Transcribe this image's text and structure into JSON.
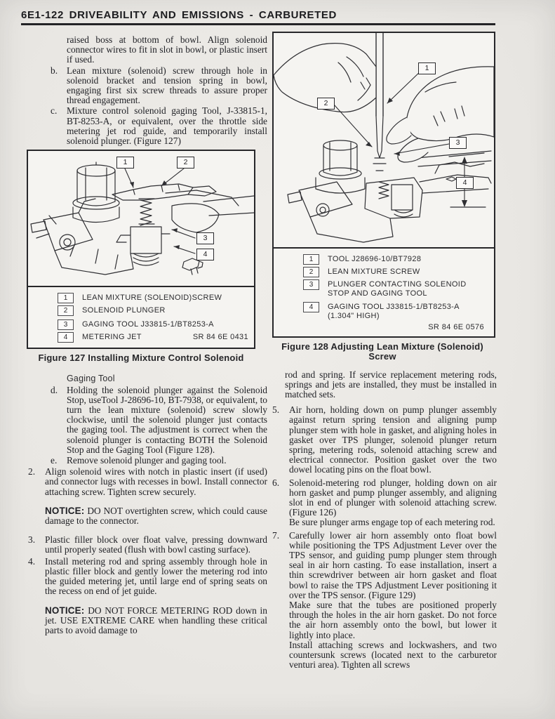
{
  "header": {
    "title": "6E1-122 DRIVEABILITY AND EMISSIONS - CARBURETED"
  },
  "left_column": {
    "intro": "raised boss at bottom of bowl. Align solenoid connector wires to fit in slot in bowl, or plastic insert if used.",
    "item_b": {
      "label": "b.",
      "text": "Lean mixture (solenoid) screw through hole in solenoid bracket and tension spring in bowl, engaging first six screw threads to assure proper thread engagement."
    },
    "item_c": {
      "label": "c.",
      "text": "Mixture control solenoid gaging Tool, J-33815-1, BT-8253-A, or equivalent, over the throttle side metering jet rod guide, and temporarily install solenoid plunger. (Figure 127)"
    },
    "gaging_tool_line": "Gaging Tool",
    "item_d": {
      "label": "d.",
      "text": "Holding the solenoid plunger against the Solenoid Stop, useTool J-28696-10, BT-7938, or equivalent, to turn the lean mixture (solenoid) screw slowly clockwise, until the solenoid plunger just contacts the gaging tool. The adjustment is correct when the solenoid plunger is contacting BOTH the Solenoid Stop and the Gaging Tool (Figure 128)."
    },
    "item_e": {
      "label": "e.",
      "text": "Remove solenoid plunger and gaging tool."
    },
    "item_2": {
      "label": "2.",
      "text": "Align solenoid wires with notch in plastic insert (if used) and connector lugs with recesses in bowl. Install connector attaching screw. Tighten screw securely."
    },
    "notice_1": {
      "label": "NOTICE:",
      "text": "DO NOT overtighten screw, which could cause damage to the connector."
    },
    "item_3": {
      "label": "3.",
      "text": "Plastic filler block over float valve, pressing downward until properly seated (flush with bowl casting surface)."
    },
    "item_4": {
      "label": "4.",
      "text": "Install metering rod and spring assembly through hole in plastic filler block and gently lower the metering rod into the guided metering jet, until large end of spring seats on the recess on end of jet guide."
    },
    "notice_2": {
      "label": "NOTICE:",
      "text": "DO NOT FORCE METERING ROD down in jet. USE EXTREME CARE when handling these critical parts to avoid damage to"
    }
  },
  "figure127": {
    "caption": "Figure 127 Installing Mixture Control Solenoid",
    "ref_code": "SR 84 6E 0431",
    "callouts": [
      "1",
      "2",
      "3",
      "4"
    ],
    "legend": [
      {
        "num": "1",
        "text": "LEAN MIXTURE (SOLENOID)SCREW"
      },
      {
        "num": "2",
        "text": "SOLENOID PLUNGER"
      },
      {
        "num": "3",
        "text": "GAGING TOOL J33815-1/BT8253-A"
      },
      {
        "num": "4",
        "text": "METERING JET"
      }
    ]
  },
  "figure128": {
    "caption": "Figure 128 Adjusting Lean Mixture (Solenoid) Screw",
    "ref_code": "SR 84 6E 0576",
    "callouts": [
      "1",
      "2",
      "3",
      "4"
    ],
    "legend": [
      {
        "num": "1",
        "text": "TOOL J28696-10/BT7928"
      },
      {
        "num": "2",
        "text": "LEAN MIXTURE SCREW"
      },
      {
        "num": "3",
        "text": "PLUNGER CONTACTING SOLENOID STOP AND GAGING TOOL"
      },
      {
        "num": "4",
        "text": "GAGING TOOL J33815-1/BT8253-A (1.304\" HIGH)"
      }
    ]
  },
  "right_column": {
    "intro": "rod and spring. If service replacement metering rods, springs and jets are installed, they must be installed in matched sets.",
    "item_5": {
      "label": "5.",
      "text": "Air horn, holding down on pump plunger assembly against return spring tension and aligning pump plunger stem with hole in gasket, and aligning holes in gasket over TPS plunger, solenoid plunger return spring, metering rods, solenoid attaching screw and electrical connector. Position gasket over the two dowel locating pins on the float bowl."
    },
    "item_6": {
      "label": "6.",
      "text": "Solenoid-metering rod plunger, holding down on air horn gasket and pump plunger assembly, and aligning slot in end of plunger with solenoid attaching screw. (Figure 126)",
      "note": "Be sure plunger arms engage top of each metering rod."
    },
    "item_7": {
      "label": "7.",
      "text": "Carefully lower air horn assembly onto float bowl while positioning the TPS Adjustment Lever over the TPS sensor, and guiding pump plunger stem through seal in air horn casting. To ease installation, insert a thin screwdriver between air horn gasket and float bowl to raise the TPS Adjustment Lever positioning it over the TPS sensor. (Figure 129)",
      "note1": "Make sure that the tubes are positioned properly through the holes in the air horn gasket. Do not force the air horn assembly onto the bowl, but lower it lightly into place.",
      "note2": "Install attaching screws and lockwashers, and two countersunk screws (located next to the carburetor venturi area). Tighten all screws"
    }
  }
}
